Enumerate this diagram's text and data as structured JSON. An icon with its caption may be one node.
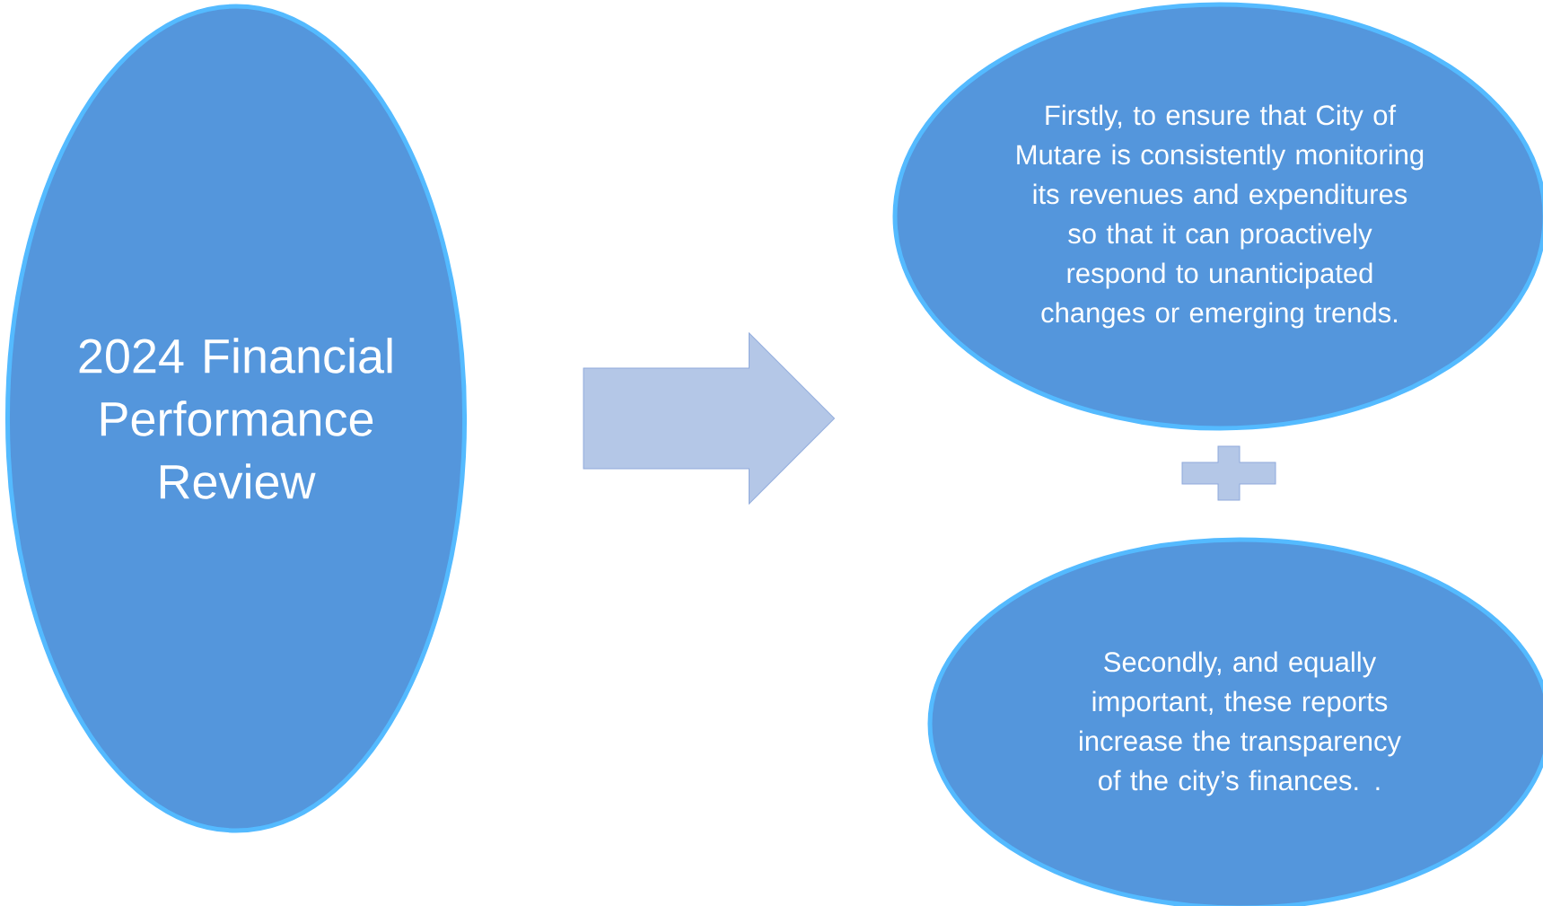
{
  "diagram": {
    "nodes": [
      {
        "text": [
          "2024 Financial Performance Review"
        ]
      },
      {
        "text": [
          "Firstly, to ensure that City of Mutare is consistently monitoring its revenues and expenditures so that it can proactively respond to unanticipated changes or emerging trends."
        ]
      },
      {
        "text": [],
        "shape": "plus"
      },
      {
        "text": [
          "Secondly, and equally important, these reports increase the transparency of the city’s finances. ."
        ]
      }
    ],
    "edges": [
      {
        "from": 0,
        "to": 1,
        "arrow": "to"
      },
      {
        "from": 0,
        "to": 3,
        "arrow": "to"
      }
    ]
  }
}
